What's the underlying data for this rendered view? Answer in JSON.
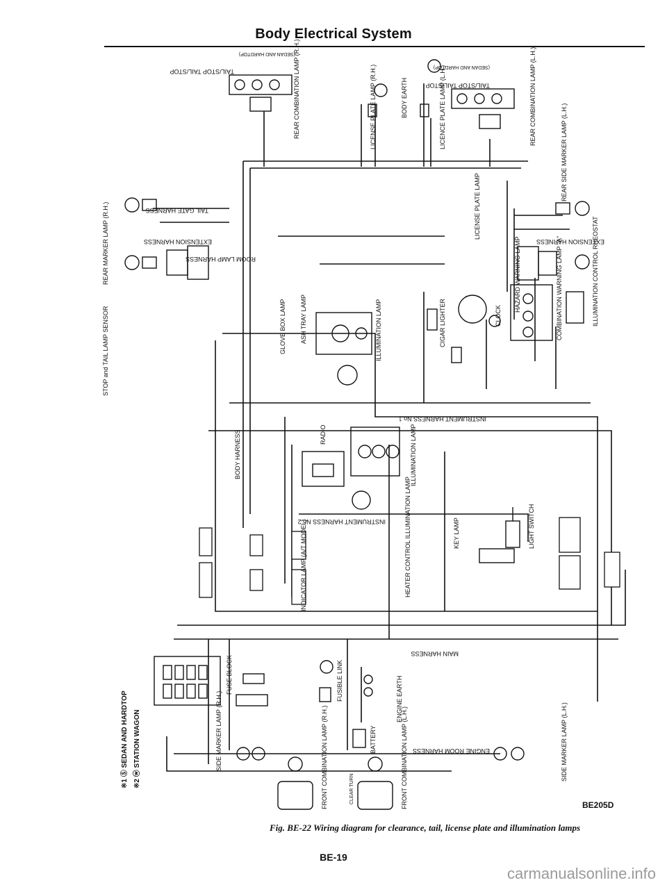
{
  "header": {
    "title": "Body Electrical System"
  },
  "labels": {
    "rear_combination_rh": "REAR COMBINATION LAMP (R.H.)",
    "rear_combination_lh": "REAR COMBINATION LAMP (L.H.)",
    "tail_stop_rh": "TAIL/STOP TAIL/STOP",
    "sedan_hardtop": "(SEDAN AND HARDTOP)",
    "license_plate_lamp_rh": "LICENSE PLATE LAMP (R.H.)",
    "license_plate_lamp_lh": "LICENCE PLATE LAMP (L.H.)",
    "body_earth": "BODY EARTH",
    "rear_marker_rh": "REAR MARKER LAMP (R.H.)",
    "rear_side_marker_lh": "REAR SIDE MARKER LAMP (L.H.)",
    "extension_harness_r": "EXTENSION HARNESS",
    "extension_harness_l": "EXTENSION HARNESS",
    "tail_gate_harness": "TAIL GATE HARNESS",
    "room_lamp_harness": "ROOM LAMP HARNESS",
    "license_plate_lamp": "LICENSE PLATE LAMP",
    "stop_tail_sensor": "STOP and TAIL LAMP SENSOR",
    "glove_box_lamp": "GLOVE BOX LAMP",
    "ash_tray_lamp": "ASH TRAY LAMP",
    "illumination_lamp": "ILLUMINATION LAMP",
    "cigar_lighter": "CIGAR LIGHTER",
    "clock": "CLOCK",
    "hazard_warning_lamp": "HAZARD WARNING LAMP",
    "combination_warning_lamp": "COMBINATION WARNING LAMP \"A\"",
    "illumination_control_rheostat": "ILLUMINATION CONTROL RHEOSTAT",
    "instrument_harness_1": "INSTRUMENT HARNESS No.1",
    "body_harness": "BODY HARNESS",
    "radio": "RADIO",
    "illumination_lamp_2": "ILLUMINATION LAMP",
    "instrument_harness_2": "INSTRUMENT HARNESS No.2",
    "indicator_lamp": "INDICATOR LAMP (A/T MODEL)",
    "heater_control_illumination": "HEATER CONTROL ILLUMINATION LAMP",
    "key_lamp": "KEY LAMP",
    "light_switch": "LIGHT SWITCH",
    "main_harness": "MAIN HARNESS",
    "fuse_block": "FUSE BLOCK",
    "fusible_link": "FUSIBLE LINK",
    "battery": "BATTERY",
    "engine_earth": "ENGINE EARTH",
    "engine_room_harness": "ENGINE ROOM HARNESS",
    "side_marker_rh": "SIDE MARKER LAMP (R.H.)",
    "front_combination_rh": "FRONT COMBINATION LAMP (R.H.)",
    "front_combination_lh": "FRONT COMBINATION LAMP (L.H.)",
    "side_marker_lh": "SIDE MARKER LAMP (L.H.)",
    "clear_turn": "CLEAR TURN"
  },
  "legend": {
    "line1": "※1 Ⓢ SEDAN AND HARDTOP",
    "line2": "※2 ⓦ STATION WAGON"
  },
  "footer": {
    "code": "BE205D",
    "caption": "Fig. BE-22 Wiring diagram for clearance, tail, license plate and illumination lamps",
    "page": "BE-19"
  },
  "watermark": "carmanualsonline.info"
}
